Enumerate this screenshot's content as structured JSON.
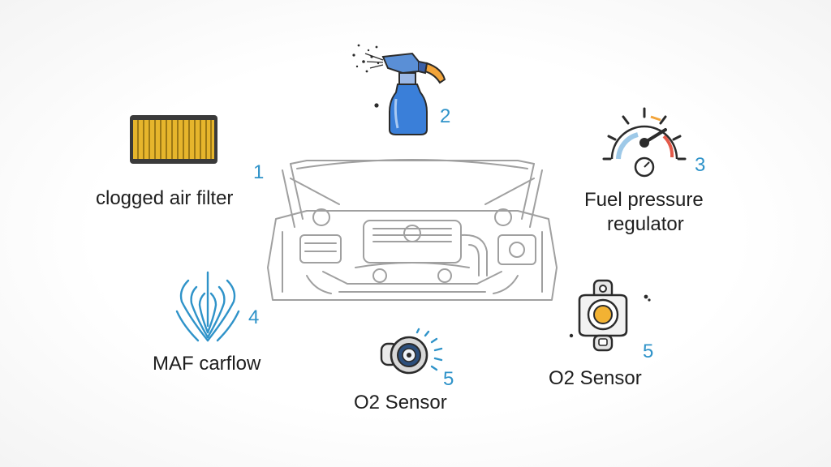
{
  "items": [
    {
      "id": 1,
      "number": "1",
      "label": "clogged air filter",
      "icon": "air-filter-icon"
    },
    {
      "id": 2,
      "number": "2",
      "label": "",
      "icon": "spray-bottle-icon"
    },
    {
      "id": 3,
      "number": "3",
      "label_lines": [
        "Fuel pressure",
        "regulator"
      ],
      "icon": "pressure-gauge-icon"
    },
    {
      "id": 4,
      "number": "4",
      "label": "MAF carflow",
      "icon": "airflow-waves-icon"
    },
    {
      "id": 5,
      "number": "5",
      "label": "O2 Sensor",
      "icon": "o2-sensor-icon"
    },
    {
      "id": 6,
      "number": "5",
      "label": "O2 Sensor",
      "icon": "o2-sensor-alt-icon"
    }
  ],
  "colors": {
    "number_blue": "#2f93c9",
    "filter_yellow": "#e6b52c",
    "bottle_blue": "#3a7fd9",
    "nozzle_orange": "#f2a43a",
    "sensor_orange": "#f2b233",
    "engine_gray": "#9b9b9b"
  },
  "engine_icon": "car-engine-bay-icon"
}
